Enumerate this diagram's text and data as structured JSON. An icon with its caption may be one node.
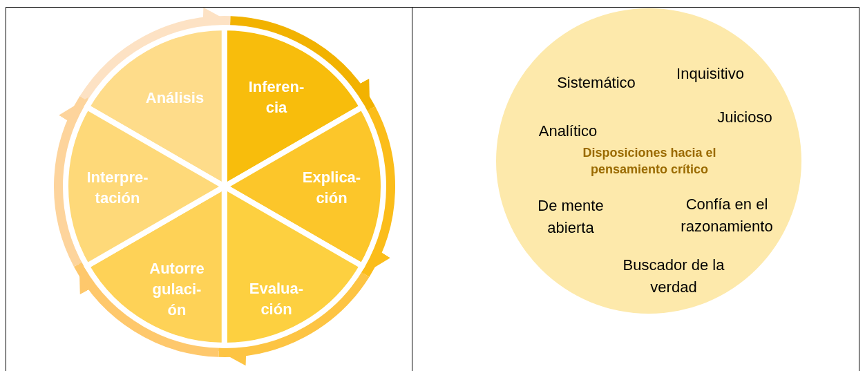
{
  "diagram": {
    "nodes": [
      {
        "text": [
          "Análisis"
        ]
      },
      {
        "text": [
          "Inferen- cia"
        ]
      },
      {
        "text": [
          "Explica- ción"
        ]
      },
      {
        "text": [
          "Evalua- ción"
        ]
      },
      {
        "text": [
          "Autorre gulaci- ón"
        ]
      },
      {
        "text": [
          "Interpre- tación"
        ]
      },
      {
        "text": [
          "Inquisitivo",
          "Sistemático",
          "Juicioso",
          "Analítico",
          "Disposiciones hacia el pensamiento crítico",
          "De mente abierta",
          "Confía en el razonamiento",
          "Buscador de la verdad"
        ]
      }
    ],
    "edges": [
      {
        "from": 0,
        "to": 1,
        "arrow": "to",
        "color": "#fde2c4"
      },
      {
        "from": 1,
        "to": 2,
        "arrow": "to",
        "color": "#f2b200"
      },
      {
        "from": 2,
        "to": 3,
        "arrow": "to",
        "color": "#fbbd1a"
      },
      {
        "from": 3,
        "to": 4,
        "arrow": "to",
        "color": "#fdc443"
      },
      {
        "from": 4,
        "to": 5,
        "arrow": "to",
        "color": "#fec86c"
      },
      {
        "from": 5,
        "to": 0,
        "arrow": "to",
        "color": "#fdd49c"
      }
    ]
  }
}
